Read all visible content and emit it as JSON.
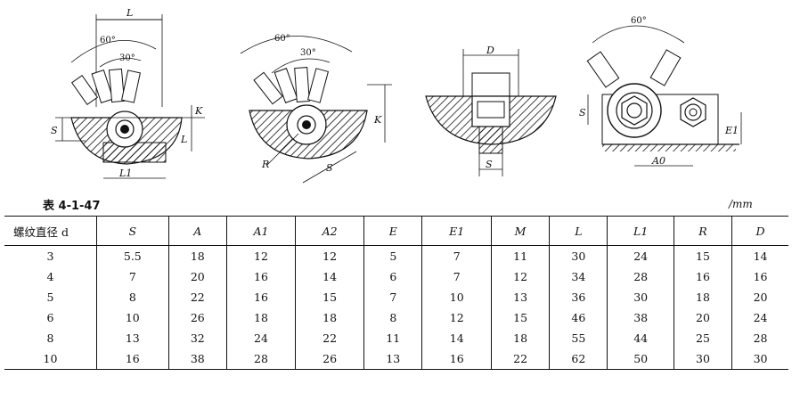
{
  "figure": {
    "labels": {
      "L": "L",
      "angle60": "60°",
      "angle30": "30°",
      "S": "S",
      "K": "K",
      "L1": "L1",
      "R": "R",
      "D": "D",
      "E1": "E1",
      "A0": "A0"
    }
  },
  "table": {
    "caption": "表 4-1-47",
    "unit": "/mm",
    "headers": [
      "螺纹直径 d",
      "S",
      "A",
      "A1",
      "A2",
      "E",
      "E1",
      "M",
      "L",
      "L1",
      "R",
      "D"
    ],
    "rows": [
      [
        "3",
        "5.5",
        "18",
        "12",
        "12",
        "5",
        "7",
        "11",
        "30",
        "24",
        "15",
        "14"
      ],
      [
        "4",
        "7",
        "20",
        "16",
        "14",
        "6",
        "7",
        "12",
        "34",
        "28",
        "16",
        "16"
      ],
      [
        "5",
        "8",
        "22",
        "16",
        "15",
        "7",
        "10",
        "13",
        "36",
        "30",
        "18",
        "20"
      ],
      [
        "6",
        "10",
        "26",
        "18",
        "18",
        "8",
        "12",
        "15",
        "46",
        "38",
        "20",
        "24"
      ],
      [
        "8",
        "13",
        "32",
        "24",
        "22",
        "11",
        "14",
        "18",
        "55",
        "44",
        "25",
        "28"
      ],
      [
        "10",
        "16",
        "38",
        "28",
        "26",
        "13",
        "16",
        "22",
        "62",
        "50",
        "30",
        "30"
      ]
    ]
  }
}
